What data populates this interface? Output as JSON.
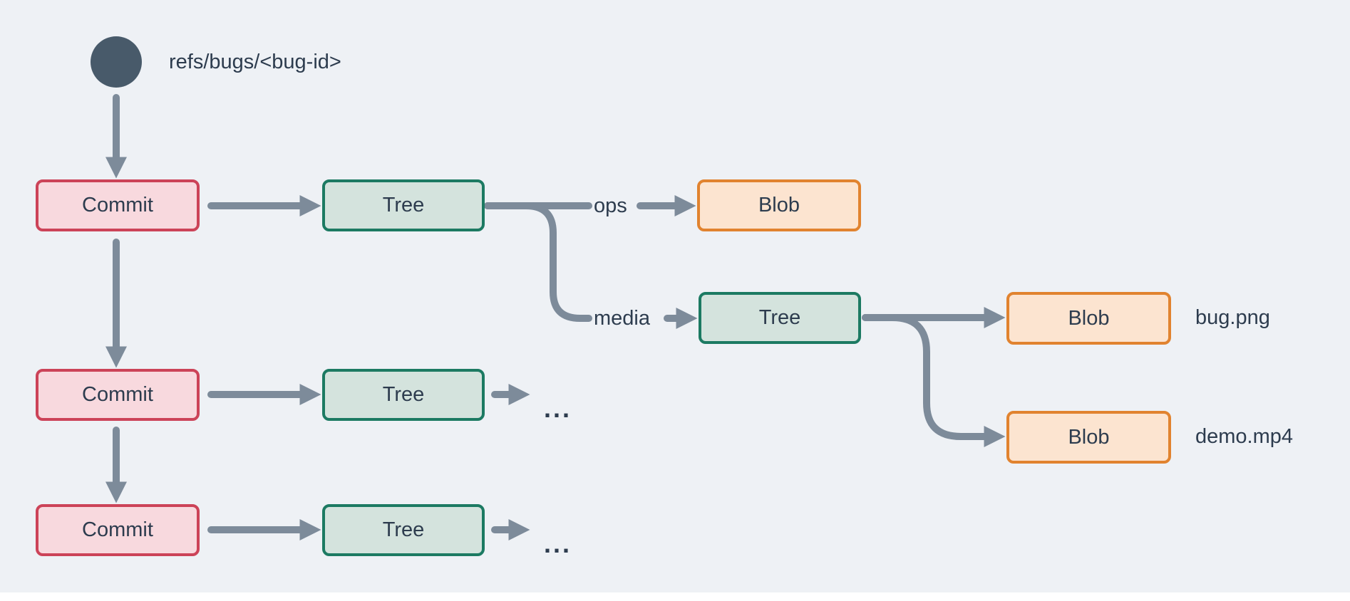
{
  "colors": {
    "background": "#eef1f5",
    "bottom_strip": "#ffffff",
    "arrow": "#7d8b9a",
    "ref_circle": "#485a6a",
    "text": "#2d3c4e",
    "commit_fill": "#f8d9de",
    "commit_border": "#cc4358",
    "tree_fill": "#d4e3dd",
    "tree_border": "#1c7a62",
    "blob_fill": "#fce4d0",
    "blob_border": "#e1832f"
  },
  "diagram": {
    "ref_label": "refs/bugs/<bug-id>",
    "ellipsis": "...",
    "nodes": [
      {
        "id": "ref",
        "type": "ref",
        "label": "refs/bugs/<bug-id>"
      },
      {
        "id": "commit-1",
        "type": "commit",
        "label": "Commit"
      },
      {
        "id": "tree-root-1",
        "type": "tree",
        "label": "Tree"
      },
      {
        "id": "blob-ops",
        "type": "blob",
        "label": "Blob"
      },
      {
        "id": "tree-media",
        "type": "tree",
        "label": "Tree"
      },
      {
        "id": "blob-bug",
        "type": "blob",
        "label": "Blob",
        "file": "bug.png"
      },
      {
        "id": "blob-demo",
        "type": "blob",
        "label": "Blob",
        "file": "demo.mp4"
      },
      {
        "id": "commit-2",
        "type": "commit",
        "label": "Commit"
      },
      {
        "id": "tree-root-2",
        "type": "tree",
        "label": "Tree"
      },
      {
        "id": "commit-3",
        "type": "commit",
        "label": "Commit"
      },
      {
        "id": "tree-root-3",
        "type": "tree",
        "label": "Tree"
      }
    ],
    "edges": [
      {
        "from": "ref",
        "to": "commit-1"
      },
      {
        "from": "commit-1",
        "to": "tree-root-1"
      },
      {
        "from": "tree-root-1",
        "to": "blob-ops",
        "label": "ops"
      },
      {
        "from": "tree-root-1",
        "to": "tree-media",
        "label": "media"
      },
      {
        "from": "tree-media",
        "to": "blob-bug"
      },
      {
        "from": "tree-media",
        "to": "blob-demo"
      },
      {
        "from": "commit-1",
        "to": "commit-2"
      },
      {
        "from": "commit-2",
        "to": "tree-root-2"
      },
      {
        "from": "tree-root-2",
        "to": "ellipsis"
      },
      {
        "from": "commit-2",
        "to": "commit-3"
      },
      {
        "from": "commit-3",
        "to": "tree-root-3"
      },
      {
        "from": "tree-root-3",
        "to": "ellipsis"
      }
    ]
  }
}
